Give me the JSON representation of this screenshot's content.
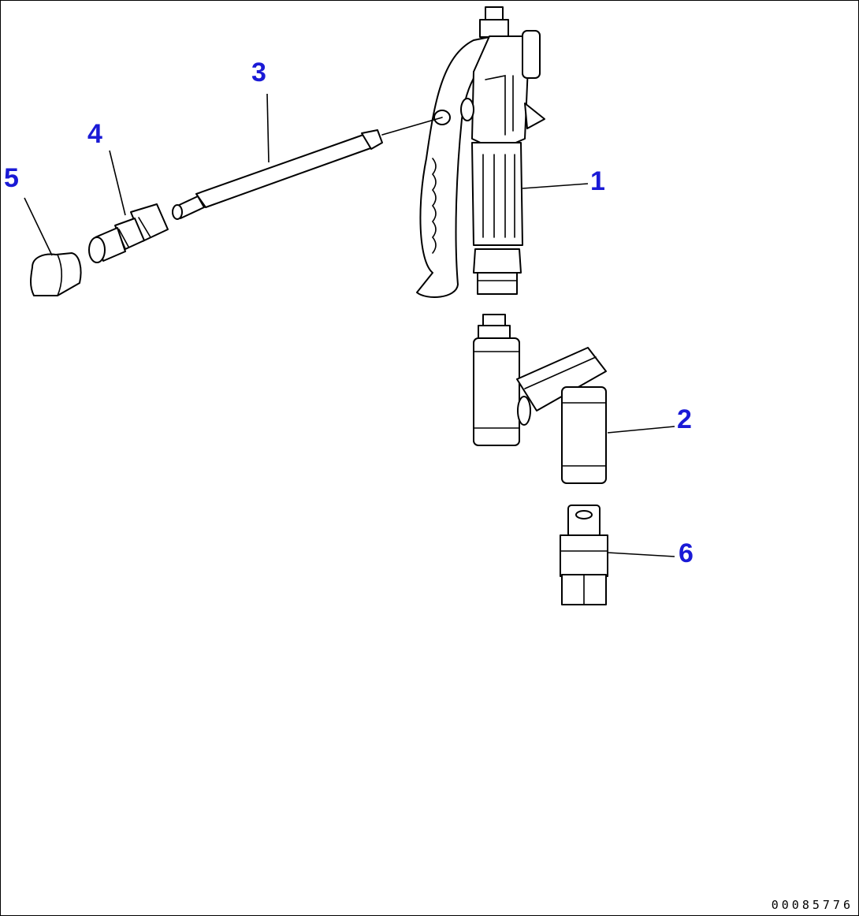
{
  "callouts": [
    {
      "id": "1",
      "label": "1"
    },
    {
      "id": "2",
      "label": "2"
    },
    {
      "id": "3",
      "label": "3"
    },
    {
      "id": "4",
      "label": "4"
    },
    {
      "id": "5",
      "label": "5"
    },
    {
      "id": "6",
      "label": "6"
    }
  ],
  "drawing_number": "00085776",
  "colors": {
    "callout": "#1a1ad6",
    "line": "#000000",
    "background": "#ffffff"
  }
}
